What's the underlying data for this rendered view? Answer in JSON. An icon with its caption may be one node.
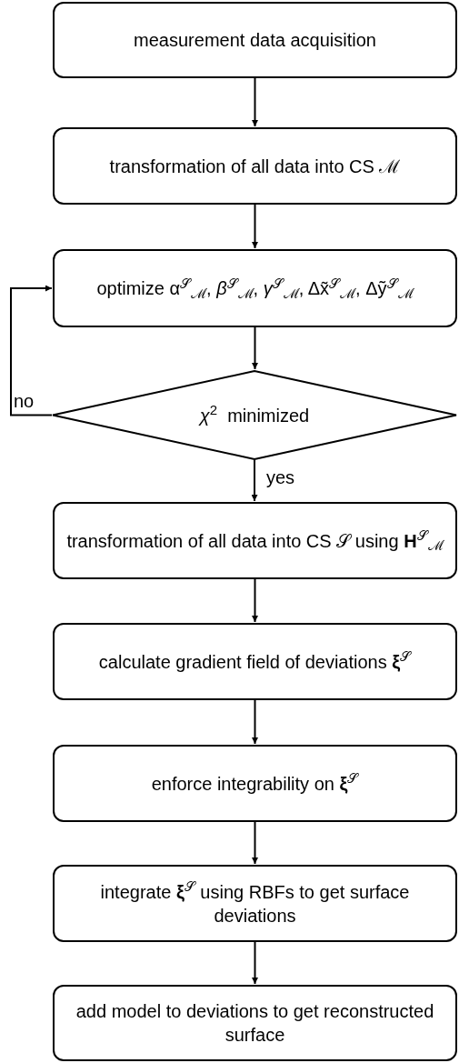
{
  "diagram": {
    "nodes": [
      {
        "text": [
          "measurement data acquisition"
        ]
      },
      {
        "text": [
          "transformation of all data into CS ℳ"
        ]
      },
      {
        "text": [
          "optimize α$^{𝒮}$$_{ℳ}$, *β*$^{𝒮}$$_{ℳ}$, *γ*$^{𝒮}$$_{ℳ}$, Δx̃$^{𝒮}$$_{ℳ}$, Δỹ$^{𝒮}$$_{ℳ}$"
        ]
      },
      {
        "text": [
          "*χ*$^{2}$  minimized"
        ]
      },
      {
        "text": [
          "transformation of all data into CS 𝒮 using **H**$^{𝒮}$$_{ℳ}$"
        ]
      },
      {
        "text": [
          "calculate gradient field of deviations **ξ**$^{𝒮}$"
        ]
      },
      {
        "text": [
          "enforce integrability on **ξ**$^{𝒮}$"
        ]
      },
      {
        "text": [
          "integrate **ξ**$^{𝒮}$ using RBFs to get surface deviations"
        ]
      },
      {
        "text": [
          "add model to deviations to get reconstructed surface"
        ]
      }
    ],
    "edges": [
      {
        "from": 0,
        "to": 1,
        "arrow": "to"
      },
      {
        "from": 1,
        "to": 2,
        "arrow": "to"
      },
      {
        "from": 2,
        "to": 3,
        "arrow": "to"
      },
      {
        "from": 3,
        "to": 2,
        "arrow": "to",
        "label": "no"
      },
      {
        "from": 3,
        "to": 4,
        "arrow": "to",
        "label": "yes"
      },
      {
        "from": 4,
        "to": 5,
        "arrow": "to"
      },
      {
        "from": 5,
        "to": 6,
        "arrow": "to"
      },
      {
        "from": 6,
        "to": 7,
        "arrow": "to"
      },
      {
        "from": 7,
        "to": 8,
        "arrow": "to"
      }
    ]
  }
}
